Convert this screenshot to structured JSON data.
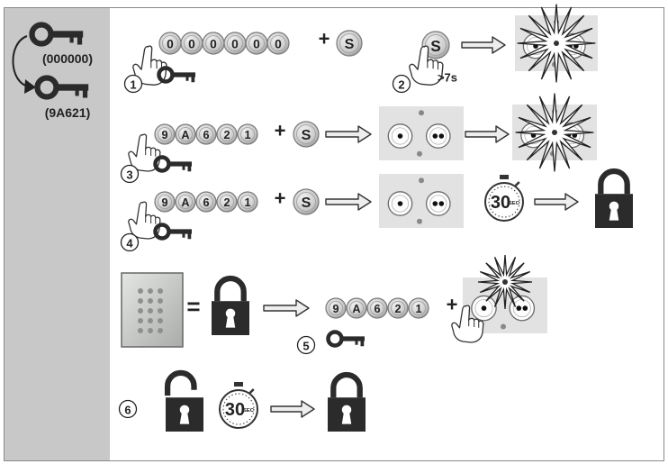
{
  "sidebar": {
    "old_code": "(000000)",
    "new_code": "(9A621)"
  },
  "steps": {
    "s1": {
      "number": "1",
      "keys": [
        "0",
        "0",
        "0",
        "0",
        "0",
        "0"
      ],
      "plus": "+",
      "s_key": "S"
    },
    "s2": {
      "number": "2",
      "s_key": "S",
      "hold": ">7s"
    },
    "s3": {
      "number": "3",
      "keys": [
        "9",
        "A",
        "6",
        "2",
        "1"
      ],
      "plus": "+",
      "s_key": "S"
    },
    "s4": {
      "number": "4",
      "keys": [
        "9",
        "A",
        "6",
        "2",
        "1"
      ],
      "plus": "+",
      "s_key": "S",
      "timer_value": "30",
      "timer_unit": "SEC"
    },
    "s5": {
      "number": "5",
      "equals": "=",
      "keys": [
        "9",
        "A",
        "6",
        "2",
        "1"
      ],
      "plus": "+"
    },
    "s6": {
      "number": "6",
      "timer_value": "30",
      "timer_unit": "SEC"
    }
  },
  "colors": {
    "sidebar": "#c8c8c8",
    "frame": "#8a8a8a",
    "key_fill": "#cfcfcf",
    "icon_dark": "#2b2b2b",
    "led_panel": "#e2e2e2",
    "led_dot": "#888888"
  },
  "icons": [
    "key-icon",
    "arrow-icon",
    "led-panel-icon",
    "flash-icon",
    "stopwatch-icon",
    "padlock-icon",
    "hand-icon",
    "keypad-icon"
  ]
}
